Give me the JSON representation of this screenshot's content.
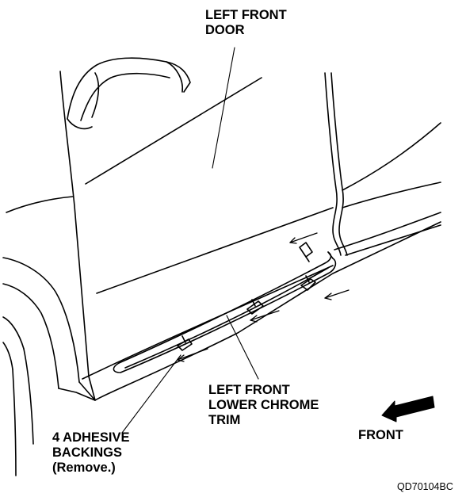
{
  "diagram": {
    "labels": {
      "door": [
        "LEFT FRONT",
        "DOOR"
      ],
      "trim": [
        "LEFT FRONT",
        "LOWER CHROME",
        "TRIM"
      ],
      "backings": [
        "4 ADHESIVE",
        "BACKINGS",
        "(Remove.)"
      ],
      "front": "FRONT"
    },
    "figure_code": "QD70104BC",
    "icons": {
      "direction_arrow": "front-direction-arrow-icon",
      "clip": "adhesive-backing-tab-icon"
    },
    "colors": {
      "line": "#000000",
      "background": "#ffffff"
    }
  }
}
